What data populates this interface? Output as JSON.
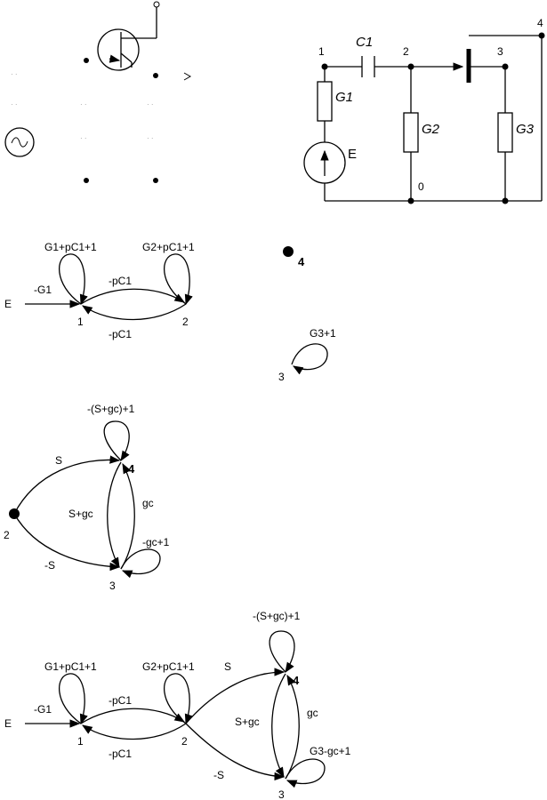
{
  "circuit": {
    "nodes": [
      "1",
      "2",
      "3",
      "4",
      "0"
    ],
    "components": [
      "C1",
      "G1",
      "G2",
      "G3",
      "E"
    ]
  },
  "graph1": {
    "source": "E",
    "source_edge": "-G1",
    "nodes": [
      "1",
      "2"
    ],
    "loops": [
      "G1+pC1+1",
      "G2+pC1+1"
    ],
    "edges": [
      "-pC1",
      "-pC1"
    ]
  },
  "node4_alone": {
    "label": "4"
  },
  "graph_node3": {
    "loop": "G3+1",
    "node": "3"
  },
  "graph2": {
    "nodes": [
      "2",
      "4",
      "3"
    ],
    "loops": [
      "-(S+gc)+1",
      "-gc+1"
    ],
    "edges": [
      "S",
      "-S",
      "S+gc",
      "gc"
    ]
  },
  "graph3": {
    "source": "E",
    "source_edge": "-G1",
    "nodes": [
      "1",
      "2",
      "4",
      "3"
    ],
    "loops": [
      "G1+pC1+1",
      "G2+pC1+1",
      "-(S+gc)+1",
      "G3-gc+1"
    ],
    "edges": [
      "-pC1",
      "-pC1",
      "S",
      "-S",
      "S+gc",
      "gc"
    ]
  }
}
